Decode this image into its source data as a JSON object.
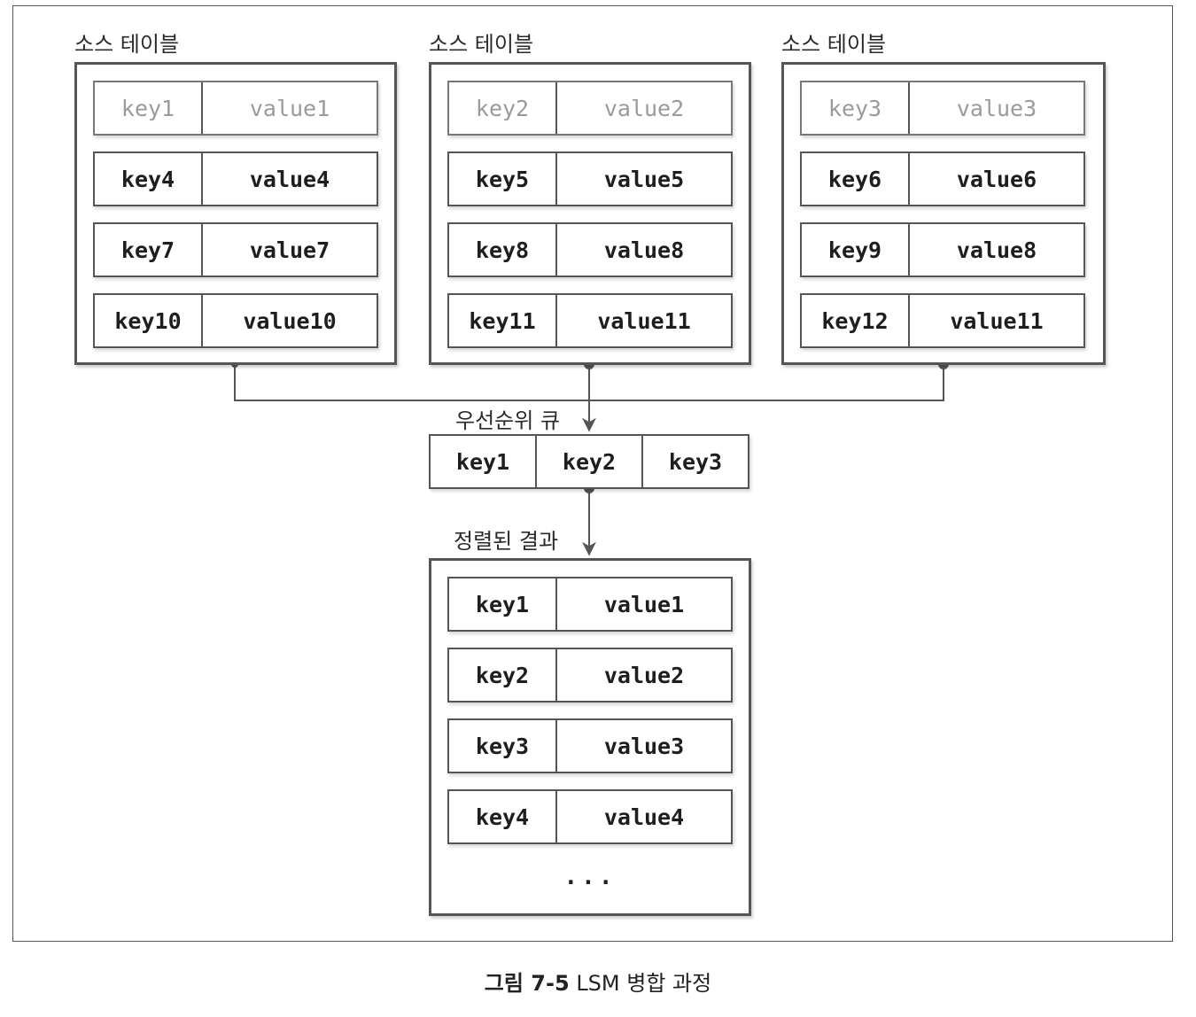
{
  "source_tables": [
    {
      "title": "소스 테이블",
      "rows": [
        {
          "key": "key1",
          "value": "value1",
          "dim": true
        },
        {
          "key": "key4",
          "value": "value4",
          "dim": false
        },
        {
          "key": "key7",
          "value": "value7",
          "dim": false
        },
        {
          "key": "key10",
          "value": "value10",
          "dim": false
        }
      ]
    },
    {
      "title": "소스 테이블",
      "rows": [
        {
          "key": "key2",
          "value": "value2",
          "dim": true
        },
        {
          "key": "key5",
          "value": "value5",
          "dim": false
        },
        {
          "key": "key8",
          "value": "value8",
          "dim": false
        },
        {
          "key": "key11",
          "value": "value11",
          "dim": false
        }
      ]
    },
    {
      "title": "소스 테이블",
      "rows": [
        {
          "key": "key3",
          "value": "value3",
          "dim": true
        },
        {
          "key": "key6",
          "value": "value6",
          "dim": false
        },
        {
          "key": "key9",
          "value": "value8",
          "dim": false
        },
        {
          "key": "key12",
          "value": "value11",
          "dim": false
        }
      ]
    }
  ],
  "queue": {
    "label": "우선순위 큐",
    "items": [
      "key1",
      "key2",
      "key3"
    ]
  },
  "result": {
    "label": "정렬된 결과",
    "rows": [
      {
        "key": "key1",
        "value": "value1"
      },
      {
        "key": "key2",
        "value": "value2"
      },
      {
        "key": "key3",
        "value": "value3"
      },
      {
        "key": "key4",
        "value": "value4"
      }
    ],
    "ellipsis": "..."
  },
  "caption": {
    "prefix": "그림 7-5",
    "text": "LSM 병합 과정"
  }
}
